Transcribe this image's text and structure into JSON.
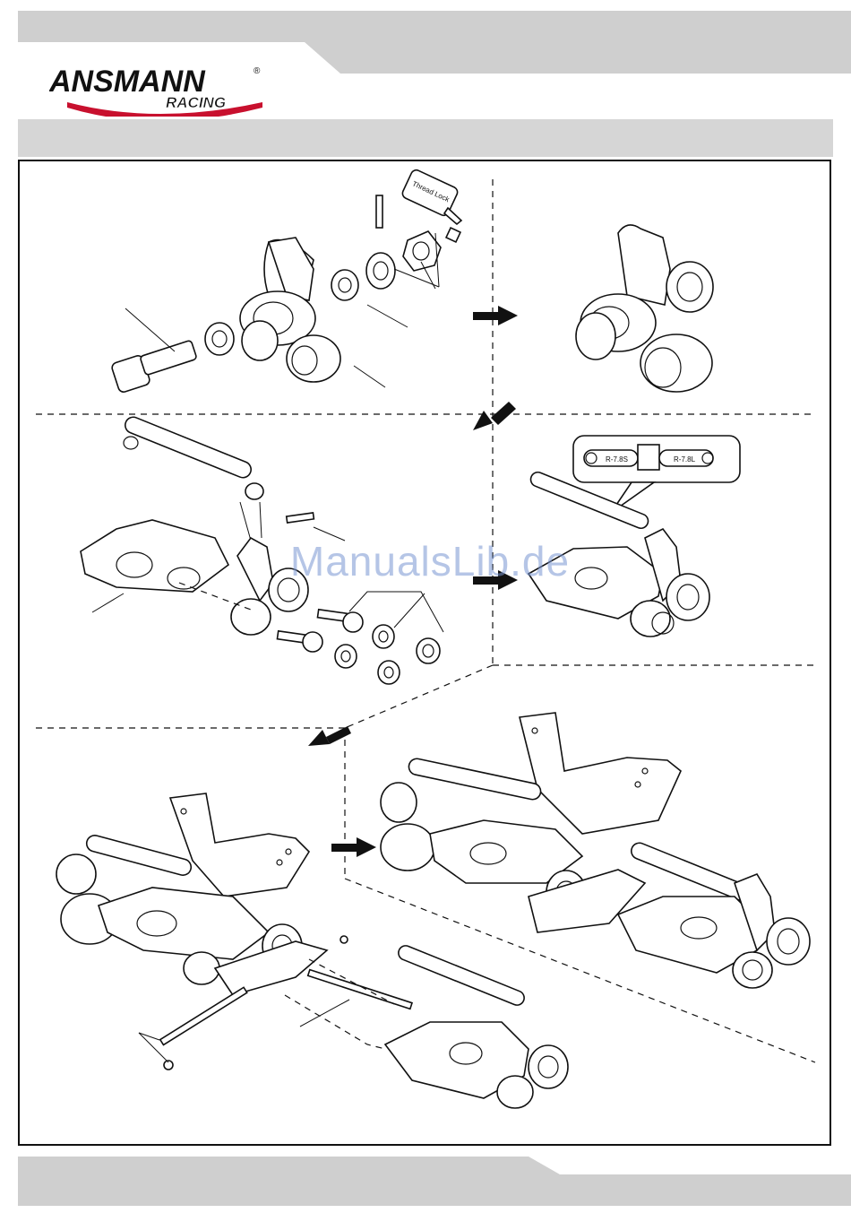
{
  "header": {
    "brand_primary": "ANSMANN",
    "brand_secondary": "RACING",
    "registered_mark": "®",
    "brand_color": "#111111",
    "accent_color": "#c8102e",
    "bar_color": "#d6d6d6"
  },
  "steps": {
    "thread_lock_label": "Thread Lock",
    "turnbuckle_label_left": "R-7.8S",
    "turnbuckle_label_right": "R-7.8L"
  },
  "watermark": {
    "text": "ManualsLib.de"
  },
  "icons": {
    "step_arrow": "step-arrow-icon",
    "diagonal_arrow": "diagonal-arrow-icon"
  }
}
